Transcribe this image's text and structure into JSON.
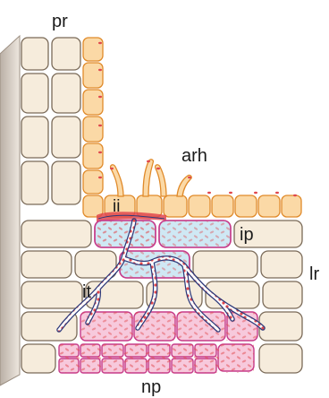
{
  "labels": {
    "pr": "pr",
    "arh": "arh",
    "ii": "ii",
    "ip": "ip",
    "lr": "lr",
    "it": "it",
    "np": "np"
  },
  "colors": {
    "root_cell_fill": "#f6ecdc",
    "root_cell_stroke": "#7a6a58",
    "epidermis_fill": "#fbd9a6",
    "epidermis_stroke": "#e08a2a",
    "infected_cell_fill": "#cfe8f4",
    "nodule_fill": "#f7c9dc",
    "nodule_stroke": "#c63b8a",
    "bacteria": "#e0474c",
    "thread_outline": "#2e3a7a",
    "side_wall": "#d8cfc6"
  }
}
